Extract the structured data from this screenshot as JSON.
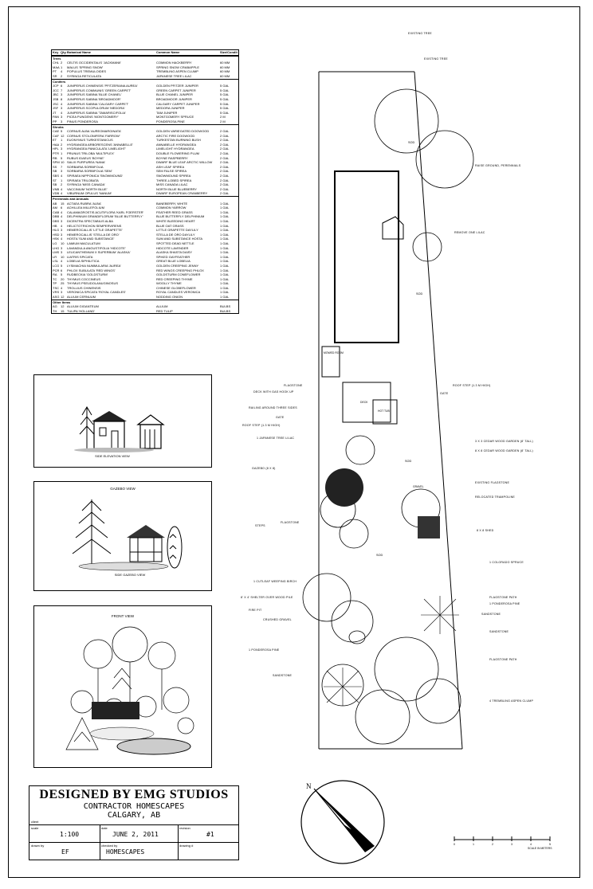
{
  "schedule": {
    "headers": [
      "Key",
      "Qty.",
      "Botanical Name",
      "Common Name",
      "Size/Condition"
    ],
    "sections": [
      {
        "name": "Trees",
        "rows": [
          [
            "CHL",
            "2",
            "CELTIS OCCIDENTALIS 'JACKMANII'",
            "COMMON HACKBERRY",
            "60 MM"
          ],
          [
            "MAA",
            "1",
            "MALUS 'SPRING SNOW'",
            "SPRING SNOW CRABAPPLE",
            "60 MM"
          ],
          [
            "PT",
            "4",
            "POPULUS TREMULOIDES",
            "TREMBLING ASPEN CLUMP",
            "60 MM"
          ],
          [
            "SR",
            "2",
            "SYRINGA RETICULATA",
            "JAPANESE TREE LILAC",
            "60 MM"
          ]
        ]
      },
      {
        "name": "Conifers",
        "rows": [
          [
            "JCP",
            "6",
            "JUNIPERUS CHINENSIS 'PFITZERIANA AUREA'",
            "GOLDEN PFITZER JUNIPER",
            "5 GAL"
          ],
          [
            "JCC",
            "7",
            "JUNIPERUS COMMUNIS 'GREEN CARPET'",
            "GREEN CARPET JUNIPER",
            "5 GAL"
          ],
          [
            "JBC",
            "3",
            "JUNIPERUS SABINA 'BLUE CHANEL'",
            "BLUE CHANEL JUNIPER",
            "5 GAL"
          ],
          [
            "JSB",
            "8",
            "JUNIPERUS SABINA 'BROADMOOR'",
            "BROADMOOR JUNIPER",
            "5 GAL"
          ],
          [
            "JSC",
            "4",
            "JUNIPERUS SABINA 'CALGARY CARPET'",
            "CALGARY CARPET JUNIPER",
            "5 GAL"
          ],
          [
            "JSF",
            "3",
            "JUNIPERUS SCOPULORUM 'MEDORA'",
            "MEDORA JUNIPER",
            "5 GAL"
          ],
          [
            "JT",
            "4",
            "JUNIPERUS SABINA 'TAMARISCIFOLIA'",
            "TAM JUNIPER",
            "5 GAL"
          ],
          [
            "PAN",
            "3",
            "PICEA PUNGENS 'MONTGOMERY'",
            "MONTGOMERY SPRUCE",
            "2 M"
          ],
          [
            "PP",
            "3",
            "PINUS PONDEROSA",
            "PONDEROSA PINE",
            "2 M"
          ]
        ]
      },
      {
        "name": "Shrubs",
        "rows": [
          [
            "CAE",
            "5",
            "CORNUS ALBA 'AUREOMARGINATA'",
            "GOLDEN VARIEGATED DOGWOOD",
            "2 GAL"
          ],
          [
            "CAF",
            "12",
            "CORNUS STOLONIFERA 'FARROW'",
            "ARCTIC FIRE DOGWOOD",
            "2 GAL"
          ],
          [
            "ET",
            "1",
            "EUONYMUS TURKESTANICUS",
            "TURKESTAN BURNING BUSH",
            "2 GAL"
          ],
          [
            "HAA",
            "2",
            "HYDRANGEA ARBORESCENS 'ANNABELLE'",
            "ANNABELLE HYDRANGEA",
            "2 GAL"
          ],
          [
            "HPL",
            "3",
            "HYDRANGEA PANICULATA 'LIMELIGHT'",
            "LIMELIGHT HYDRANGEA",
            "2 GAL"
          ],
          [
            "PTR",
            "1",
            "PRUNUS TRILOBA 'MULTIPLEX'",
            "DOUBLE FLOWERING PLUM",
            "2 GAL"
          ],
          [
            "RB",
            "5",
            "RUBUS IDAEUS 'BOYNE'",
            "BOYNE RASPBERRY",
            "2 GAL"
          ],
          [
            "SPM",
            "10",
            "SALIX PURPUREA 'NANA'",
            "DWARF BLUE LEAF ARCTIC WILLOW",
            "2 GAL"
          ],
          [
            "SS",
            "7",
            "SORBARIA SORBIFOLIA",
            "ASH LEAF SPIREA",
            "2 GAL"
          ],
          [
            "SB",
            "3",
            "SORBARIA SORBIFOLIA 'SEM'",
            "SEM FALSE SPIREA",
            "2 GAL"
          ],
          [
            "SBS",
            "4",
            "SPIRAEA NIPPONICA 'SNOWMOUND'",
            "SNOWMOUND SPIREA",
            "2 GAL"
          ],
          [
            "ST",
            "1",
            "SPIRAEA TRILOBATA",
            "THREE-LOBED SPIREA",
            "2 GAL"
          ],
          [
            "SB",
            "2",
            "SYRINGA 'MISS CANADA'",
            "MISS CANADA LILAC",
            "2 GAL"
          ],
          [
            "VNB",
            "4",
            "VACCINIUM 'NORTH BLUE'",
            "NORTH BLUE BLUEBERRY",
            "2 GAL"
          ],
          [
            "VDB",
            "4",
            "VIBURNUM OPULUS 'NANUM'",
            "DWARF EUROPEAN CRANBERRY",
            "2 GAL"
          ]
        ]
      },
      {
        "name": "Perennials and Annuals",
        "rows": [
          [
            "AB",
            "15",
            "ACTAEA RUBRA 'ALBA'",
            "BANEBERRY, WHITE",
            "1 GAL"
          ],
          [
            "AM",
            "6",
            "ACHILLEA MILLEFOLIUM",
            "COMMON YARROW",
            "1 GAL"
          ],
          [
            "CAB",
            "4",
            "CALAMAGROSTIS ACUTIFLORA 'KARL FOERSTER'",
            "FEATHER REED GRASS",
            "1 GAL"
          ],
          [
            "DBB",
            "4",
            "DELPHINIUM GRANDIFLORUM 'BLUE BUTTERFLY'",
            "BLUE BUTTERFLY DELPHINIUM",
            "1 GAL"
          ],
          [
            "DBS",
            "3",
            "DICENTRA SPECTABILIS ALBA",
            "WHITE BLEEDING HEART",
            "1 GAL"
          ],
          [
            "HB",
            "4",
            "HELICTOTRICHON SEMPERVIRENS",
            "BLUE OAT GRASS",
            "1 GAL"
          ],
          [
            "HLG",
            "3",
            "HEMEROCALLIS 'LITTLE GRAPETTE'",
            "LITTLE GRAPETTE DAYLILY",
            "1 GAL"
          ],
          [
            "HSD",
            "3",
            "HEMEROCALLIS 'STELLA DE ORO'",
            "STELLA DE ORO DAYLILY",
            "1 GAL"
          ],
          [
            "HSK",
            "4",
            "HOSTA 'SUM AND SUBSTANCE'",
            "SUM AND SUBSTANCE HOSTA",
            "1 GAL"
          ],
          [
            "LG",
            "10",
            "LAMIUM MACULATUM",
            "SPOTTED DEAD NETTLE",
            "1 GAL"
          ],
          [
            "LHG",
            "3",
            "LAVANDULA ANGUSTIFOLIA 'HIDCOTE'",
            "HIDCOTE LAVENDER",
            "1 GAL"
          ],
          [
            "LMS",
            "3",
            "LEUCANTHEMUM X SUPERBUM 'ALASKA'",
            "ALASKA SHASTA DAISY",
            "1 GAL"
          ],
          [
            "LR",
            "10",
            "LIATRIS SPICATA",
            "SPIKED GAYFEATHER",
            "1 GAL"
          ],
          [
            "LSL",
            "4",
            "LOBELIA SIPHILITICA",
            "GREAT BLUE LOBELIA",
            "1 GAL"
          ],
          [
            "LCG",
            "5",
            "LYSIMACHIA NUMMULARIA 'AUREA'",
            "GOLDEN CREEPING JENNY",
            "1 GAL"
          ],
          [
            "PCR",
            "6",
            "PHLOX SUBULATA 'RED WINGS'",
            "RED WINGS CREEPING PHLOX",
            "1 GAL"
          ],
          [
            "RA",
            "5",
            "RUDBECKIA 'GOLDSTURM'",
            "GOLDSTURM CONEFLOWER",
            "1 GAL"
          ],
          [
            "TC",
            "20",
            "THYMUS COCCINEUS",
            "RED CREEPING THYME",
            "1 GAL"
          ],
          [
            "TP",
            "25",
            "THYMUS PSEUDOLANUGINOSUS",
            "WOOLLY THYME",
            "1 GAL"
          ],
          [
            "TSC",
            "4",
            "TROLLIUS CHINENSIS",
            "CHINESE GLOBEFLOWER",
            "1 GAL"
          ],
          [
            "VRS",
            "3",
            "VERONICA SPICATA 'ROYAL CANDLES'",
            "ROYAL CANDLES VERONICA",
            "1 GAL"
          ],
          [
            "ASG",
            "12",
            "ALLIUM CERNUUM",
            "NODDING ONION",
            "1 GAL"
          ]
        ]
      },
      {
        "name": "Other Items",
        "rows": [
          [
            "AG",
            "12",
            "ALLIUM GIGANTEUM",
            "ALLIUM",
            "BULBS"
          ],
          [
            "TH",
            "15",
            "TULIPA 'HOLLAND'",
            "RED TULIP",
            "BULBS"
          ]
        ]
      }
    ]
  },
  "views": {
    "side": "SIDE ELEVATION VIEW",
    "gazebo": "GAZEBO VIEW",
    "gazebo_caption": "SIDE GAZEBO VIEW",
    "front": "FRONT VIEW"
  },
  "plan": {
    "callouts_right": [
      "EXISTING TREE",
      "EXISTING TREE",
      "RAISE GROUND, PERENNIALS",
      "REMOVE ONE LILAC",
      "ROOF STEP (1.3 M HIGH)",
      "GATE",
      "3 X 3 CEDAR WOOD GARDEN (8' TALL)",
      "8 X 8 CEDAR WOOD GARDEN (8' TALL)",
      "EXISTING FLAGSTONE",
      "RELOCATED TRAMPOLINE",
      "8 X 8 SHED",
      "1 COLORADO SPRUCE",
      "FLAGSTONE PATH",
      "1 PONDEROSA PINE",
      "SANDSTONE",
      "SANDSTONE",
      "FLAGSTONE PATH",
      "4 TREMBLING ASPEN CLUMP"
    ],
    "callouts_left": [
      "FLAGSTONE",
      "DECK WITH GAS HOOK UP",
      "RAILING AROUND THREE SIDES",
      "GATE",
      "ROOF STEP (1.3 M HIGH)",
      "1 JAPANESE TREE LILAC",
      "GAZEBO (8 X 8)",
      "FLAGSTONE",
      "STEPS",
      "1 CUTLEAF WEEPING BIRCH",
      "8' X 4' SHELTER OVER WOOD PILE",
      "FIRE PIT",
      "CRUSHED GRAVEL",
      "1 PONDEROSA PINE",
      "SANDSTONE"
    ],
    "labels": {
      "sod_top": "SOD",
      "sod_mid": "SOD",
      "sod_low": "SOD",
      "sod_main": "SOD",
      "mowed_room": "MOWED ROOM",
      "deck": "DECK",
      "hot_tub": "HOT TUB",
      "gravel": "GRAVEL"
    }
  },
  "scale": {
    "ticks": [
      "0",
      "1",
      "2",
      "3",
      "4",
      "5"
    ],
    "unit": "SCALE IN METERS"
  },
  "north": "N",
  "title_block": {
    "company": "DESIGNED BY EMG STUDIOS",
    "client": "CONTRACTOR HOMESCAPES",
    "location": "CALGARY, AB",
    "client_label": "client",
    "scale_label": "scale",
    "date_label": "date",
    "revision_label": "revision",
    "drawn_label": "drawn by",
    "checked_label": "checked by",
    "drawing_label": "drawing #",
    "scale": "1:100",
    "date": "JUNE 2, 2011",
    "revision": "#1",
    "drawn_by": "EF",
    "checked_by": "HOMESCAPES",
    "drawing_no": ""
  }
}
